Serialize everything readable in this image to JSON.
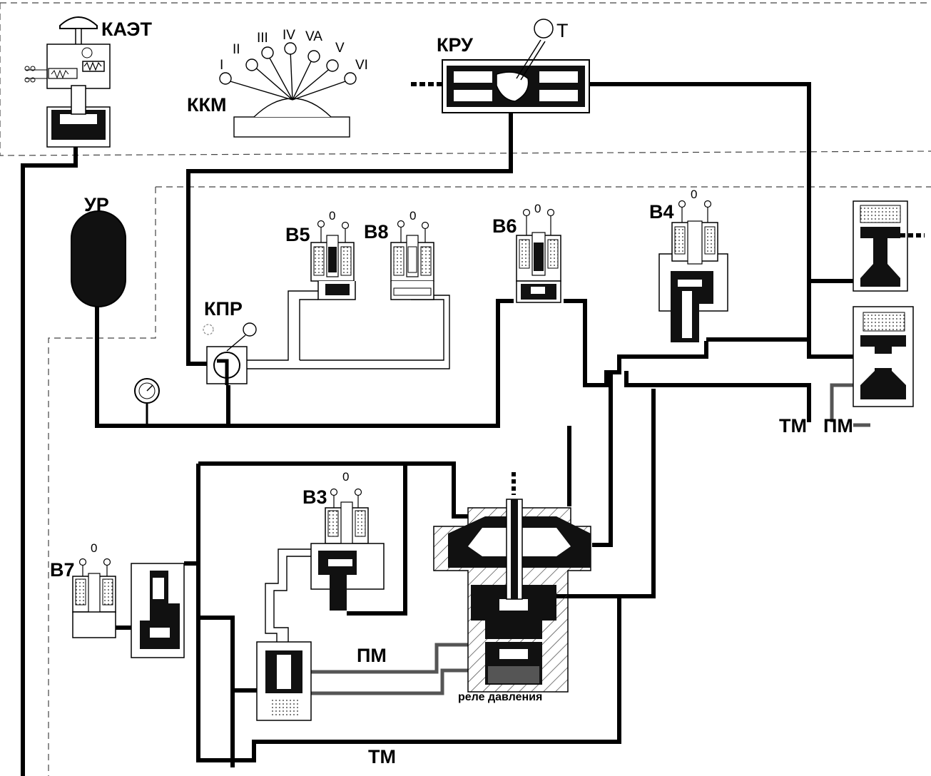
{
  "labels": {
    "kaet": "КАЭТ",
    "kkm": "ККМ",
    "kru": "КРУ",
    "t": "Т",
    "ur": "УР",
    "kpr": "КПР",
    "b5": "В5",
    "b8": "В8",
    "b6": "В6",
    "b4": "В4",
    "b3": "В3",
    "b7": "В7",
    "tm_right": "ТМ",
    "pm_right": "ПМ",
    "pm_center": "ПМ",
    "tm_bottom": "ТМ",
    "relay": "реле давления"
  },
  "kkm_positions": [
    "I",
    "II",
    "III",
    "IV",
    "VA",
    "V",
    "VI"
  ],
  "valve_zero": "0",
  "colors": {
    "line": "#000000",
    "fill_dark": "#111111",
    "fill_gray": "#555555",
    "hatch": "#333333"
  }
}
